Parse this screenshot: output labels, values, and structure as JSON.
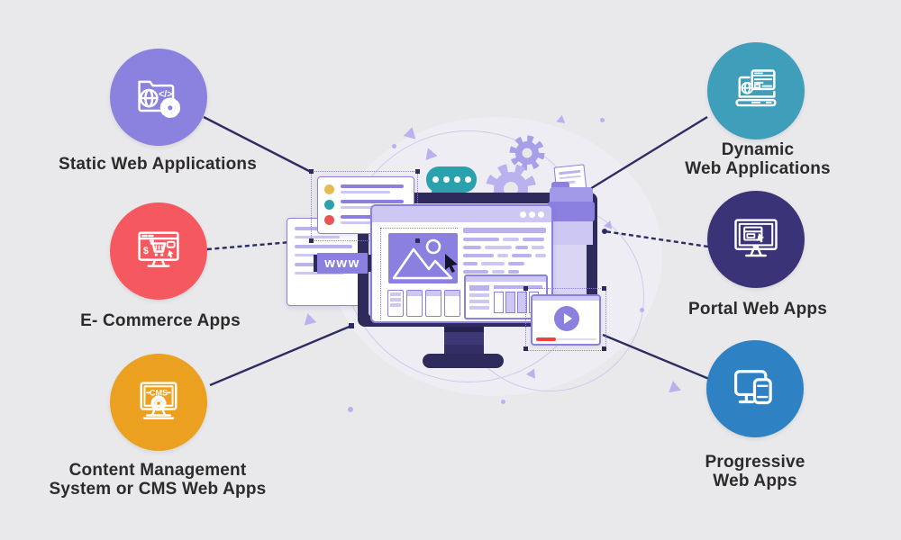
{
  "canvas": {
    "bg": "#e9e8ea",
    "line_color": "#2f2c63",
    "text_color": "#2d2a2b",
    "accents": {
      "purple": "#8b80e0",
      "lavender": "#b9b2ef",
      "lavender_light": "#cdc8f3",
      "outline": "#8a80dd",
      "monitor": "#2e2a5c",
      "gear_dark": "#a79fe8",
      "folder_body": "#a29ae8",
      "bubble_teal": "#29a2ae",
      "video_red": "#ef4340",
      "list_dot_yellow": "#eab952",
      "list_dot_teal": "#2f9fa9",
      "list_dot_red": "#ea5455",
      "faint_circle": "#cfcaed"
    }
  },
  "center": {
    "www_label": "www",
    "illustration": "desktop-monitor-with-browser-windows-gears-chat-folder-video"
  },
  "nodes": [
    {
      "id": "static",
      "side": "left",
      "color": "#8a82de",
      "icon": "folder-globe-code-gear-icon",
      "icon_text": "</>",
      "connector_style": "solid",
      "label_lines": [
        "Static Web Applications"
      ]
    },
    {
      "id": "ecommerce",
      "side": "left",
      "color": "#f6585f",
      "icon": "monitor-shopping-cart-icon",
      "icon_text": "$",
      "connector_style": "dashed",
      "label_lines": [
        "E- Commerce Apps"
      ]
    },
    {
      "id": "cms",
      "side": "left",
      "color": "#eba11f",
      "icon": "monitor-cms-gear-icon",
      "icon_text": "CMS",
      "connector_style": "solid",
      "label_lines": [
        "Content Management",
        "System or CMS Web Apps"
      ]
    },
    {
      "id": "dynamic",
      "side": "right",
      "color": "#3f9eb9",
      "icon": "laptop-browser-icon",
      "connector_style": "solid",
      "label_lines": [
        "Dynamic",
        "Web Applications"
      ]
    },
    {
      "id": "portal",
      "side": "right",
      "color": "#3b3377",
      "icon": "monitor-browser-cursor-icon",
      "connector_style": "dashed",
      "label_lines": [
        "Portal Web Apps"
      ]
    },
    {
      "id": "progressive",
      "side": "right",
      "color": "#2e81c3",
      "icon": "desktop-mobile-icon",
      "connector_style": "solid",
      "label_lines": [
        "Progressive",
        "Web Apps"
      ]
    }
  ]
}
